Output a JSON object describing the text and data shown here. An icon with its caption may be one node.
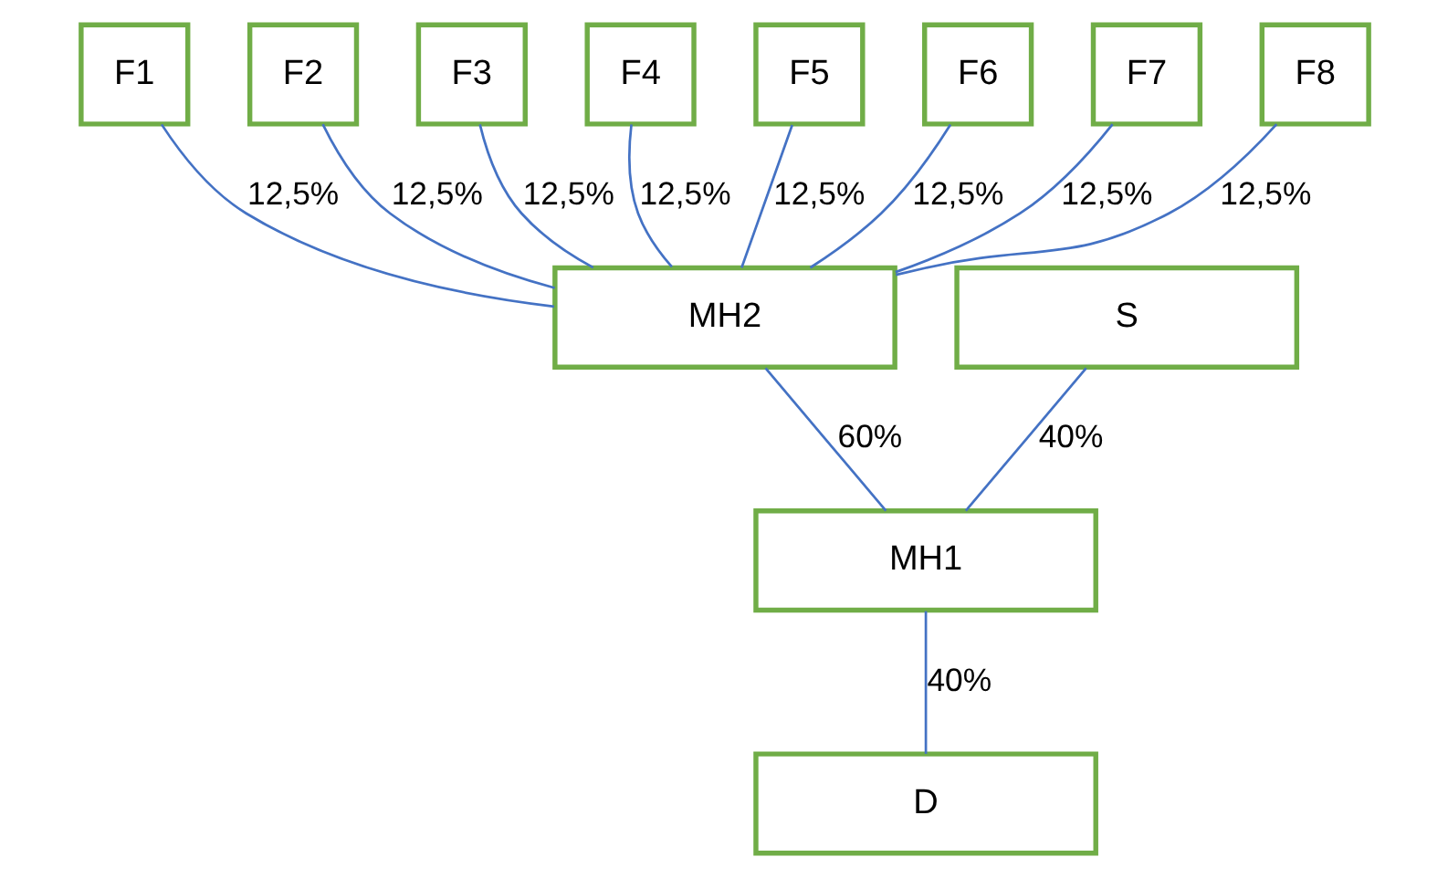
{
  "diagram": {
    "nodes": [
      {
        "text": [
          "F1"
        ]
      },
      {
        "text": [
          "F2"
        ]
      },
      {
        "text": [
          "F3"
        ]
      },
      {
        "text": [
          "F4"
        ]
      },
      {
        "text": [
          "F5"
        ]
      },
      {
        "text": [
          "F6"
        ]
      },
      {
        "text": [
          "F7"
        ]
      },
      {
        "text": [
          "F8"
        ]
      },
      {
        "text": [
          "MH2"
        ]
      },
      {
        "text": [
          "S"
        ]
      },
      {
        "text": [
          "MH1"
        ]
      },
      {
        "text": [
          "D"
        ]
      }
    ],
    "edges": [
      {
        "from": 0,
        "to": 8,
        "arrow": "none",
        "label": "12,5%"
      },
      {
        "from": 1,
        "to": 8,
        "arrow": "none",
        "label": "12,5%"
      },
      {
        "from": 2,
        "to": 8,
        "arrow": "none",
        "label": "12,5%"
      },
      {
        "from": 3,
        "to": 8,
        "arrow": "none",
        "label": "12,5%"
      },
      {
        "from": 4,
        "to": 8,
        "arrow": "none",
        "label": "12,5%"
      },
      {
        "from": 5,
        "to": 8,
        "arrow": "none",
        "label": "12,5%"
      },
      {
        "from": 6,
        "to": 8,
        "arrow": "none",
        "label": "12,5%"
      },
      {
        "from": 7,
        "to": 8,
        "arrow": "none",
        "label": "12,5%"
      },
      {
        "from": 8,
        "to": 10,
        "arrow": "none",
        "label": "60%"
      },
      {
        "from": 9,
        "to": 10,
        "arrow": "none",
        "label": "40%"
      },
      {
        "from": 10,
        "to": 11,
        "arrow": "none",
        "label": "40%"
      }
    ]
  }
}
